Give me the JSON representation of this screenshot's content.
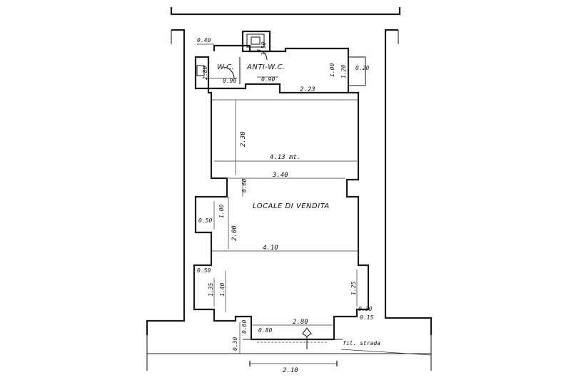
{
  "rooms": {
    "wc": "W.C.",
    "anti_wc": "ANTI-W.C.",
    "sales_area": "LOCALE DI VENDITA"
  },
  "labels": {
    "street_line": "fil. strada"
  },
  "dimensions": {
    "d_040_top": "0.40",
    "d_150_stair": "1.50",
    "d_280_left": "2.80",
    "d_090_wc": "0.90",
    "d_090_anti": "0.90",
    "d_100_right": "1.00",
    "d_120_right": "1.20",
    "d_020_right": "0.20",
    "d_223": "2.23",
    "d_230": "2.30",
    "d_413": "4.13 mt.",
    "d_340": "3.40",
    "d_060": "0.60",
    "d_100_niche": "1.00",
    "d_050_niche1": "0.50",
    "d_200": "2.00",
    "d_410": "4.10",
    "d_050_niche2": "0.50",
    "d_135": "1.35",
    "d_140": "1.40",
    "d_125": "1.25",
    "d_030": "0.30",
    "d_015": "0.15",
    "d_280_entrance": "2.80",
    "d_080": "0.80",
    "d_060_bottom": "0.60",
    "d_030_bottom": "0.30",
    "d_210": "2.10"
  },
  "colors": {
    "line": "#1a1a1a",
    "background": "#ffffff"
  }
}
